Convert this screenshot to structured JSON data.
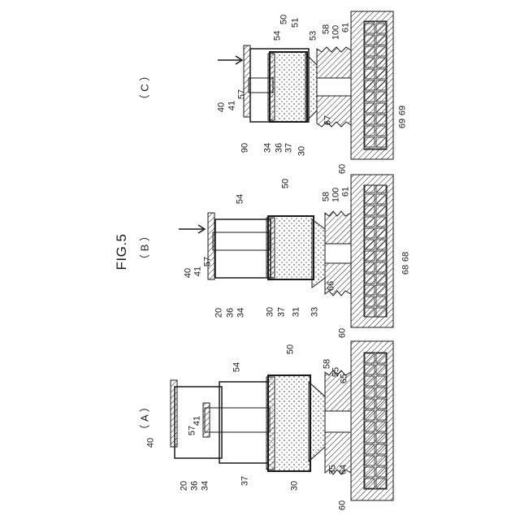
{
  "figure": {
    "title": "FIG.5",
    "panels": [
      {
        "id": "A",
        "caption": "（ A ）",
        "labels": [
          "40",
          "57",
          "41",
          "54",
          "50",
          "58",
          "55",
          "65",
          "20",
          "36",
          "34",
          "37",
          "30",
          "35",
          "64",
          "60"
        ]
      },
      {
        "id": "B",
        "caption": "（ B ）",
        "labels": [
          "54",
          "50",
          "58",
          "100",
          "61",
          "40",
          "41",
          "57",
          "20",
          "36",
          "34",
          "30",
          "37",
          "31",
          "33",
          "66",
          "68",
          "68",
          "60"
        ]
      },
      {
        "id": "C",
        "caption": "（ C ）",
        "labels": [
          "54",
          "50",
          "51",
          "53",
          "58",
          "100",
          "61",
          "40",
          "41",
          "57",
          "90",
          "34",
          "36",
          "37",
          "30",
          "67",
          "69",
          "69",
          "60"
        ]
      }
    ]
  },
  "colors": {
    "line": "#1a1a1a",
    "background": "#ffffff"
  }
}
